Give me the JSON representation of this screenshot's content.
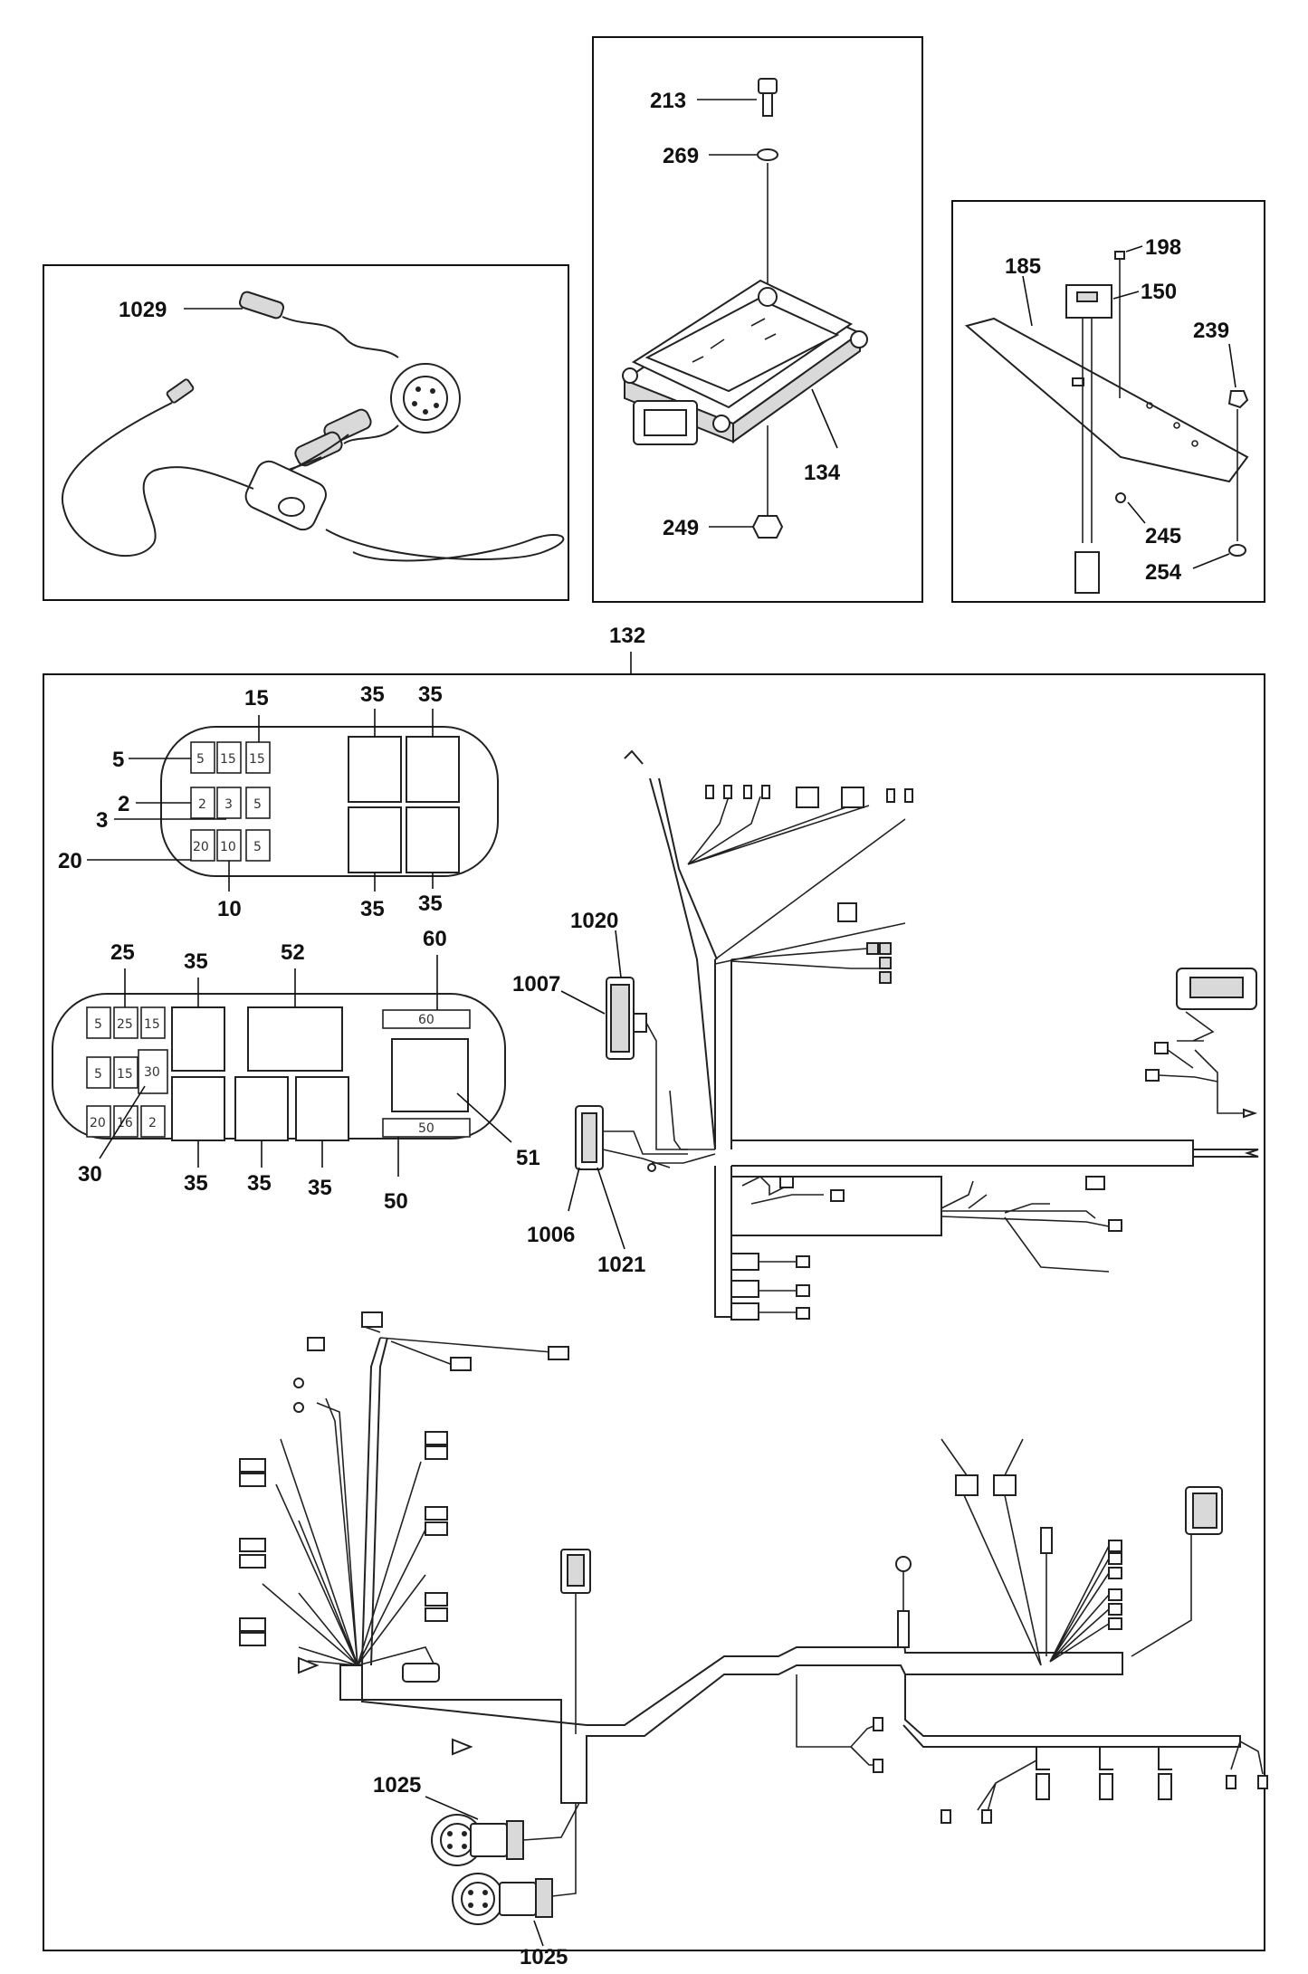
{
  "callouts": {
    "c1029": "1029",
    "c213": "213",
    "c269": "269",
    "c134": "134",
    "c249": "249",
    "c198": "198",
    "c185": "185",
    "c150": "150",
    "c239": "239",
    "c245": "245",
    "c254": "254",
    "c132": "132",
    "c15": "15",
    "c5": "5",
    "c2": "2",
    "c3": "3",
    "c20": "20",
    "c10": "10",
    "c35_a": "35",
    "c35_b": "35",
    "c35_c": "35",
    "c35_d": "35",
    "c25": "25",
    "c35_e": "35",
    "c52": "52",
    "c60": "60",
    "c30": "30",
    "c35_f": "35",
    "c35_g": "35",
    "c35_h": "35",
    "c50": "50",
    "c51": "51",
    "c1020": "1020",
    "c1007": "1007",
    "c1006": "1006",
    "c1021": "1021",
    "c1025_a": "1025",
    "c1025_b": "1025"
  },
  "fusebox1": {
    "col1": [
      "5",
      "2",
      "20"
    ],
    "col2": [
      "15",
      "3",
      "10"
    ],
    "col3": [
      "15",
      "5",
      "5"
    ]
  },
  "fusebox2": {
    "col1": [
      "5",
      "5",
      "20"
    ],
    "col2": [
      "25",
      "15",
      "16"
    ],
    "col3": [
      "15",
      "30",
      "2"
    ],
    "maxi_top": "60",
    "maxi_bottom": "50"
  }
}
